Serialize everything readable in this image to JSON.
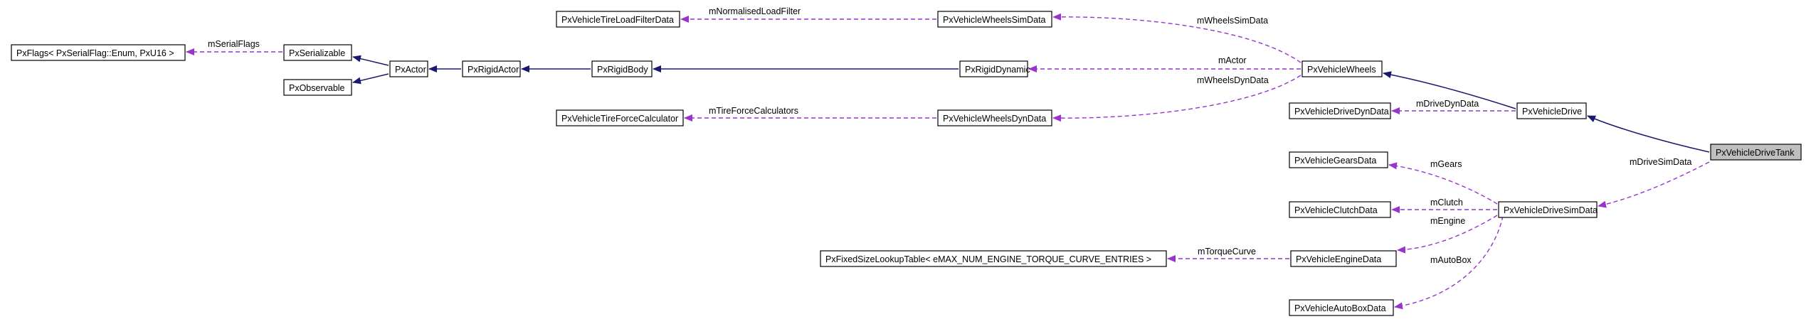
{
  "nodes": {
    "pxflags": "PxFlags< PxSerialFlag::Enum, PxU16 >",
    "pxserializable": "PxSerializable",
    "pxobservable": "PxObservable",
    "pxactor": "PxActor",
    "pxrigidactor": "PxRigidActor",
    "pxrigidbody": "PxRigidBody",
    "pxrigiddynamic": "PxRigidDynamic",
    "pxvehiclewheels": "PxVehicleWheels",
    "pxvehicledrive": "PxVehicleDrive",
    "pxvehicledrivetank": "PxVehicleDriveTank",
    "pxvehicletireloadfilterdata": "PxVehicleTireLoadFilterData",
    "pxvehiclewheelssimdata": "PxVehicleWheelsSimData",
    "pxvehicletireforcecalculator": "PxVehicleTireForceCalculator",
    "pxvehiclewheelsdyndata": "PxVehicleWheelsDynData",
    "pxvehicledrivedyndata": "PxVehicleDriveDynData",
    "pxvehiclegearsdata": "PxVehicleGearsData",
    "pxvehicleclutchdata": "PxVehicleClutchData",
    "pxvehicleenginedata": "PxVehicleEngineData",
    "pxvehicleautoboxdata": "PxVehicleAutoBoxData",
    "pxvehicledrivesimdata": "PxVehicleDriveSimData",
    "pxfixedsizelookuptable": "PxFixedSizeLookupTable< eMAX_NUM_ENGINE_TORQUE_CURVE_ENTRIES >"
  },
  "edge_labels": {
    "mserialflags": "mSerialFlags",
    "mnormalisedloadfilter": "mNormalisedLoadFilter",
    "mwheelssimdata": "mWheelsSimData",
    "mactor": "mActor",
    "mwheelsdyndata": "mWheelsDynData",
    "mtireforcecalculators": "mTireForceCalculators",
    "mdrivedyndata": "mDriveDynData",
    "mdrivesimdata": "mDriveSimData",
    "mgears": "mGears",
    "mclutch": "mClutch",
    "mengine": "mEngine",
    "mtorquecurve": "mTorqueCurve",
    "mautobox": "mAutoBox"
  },
  "colors": {
    "inheritance_edge": "#191970",
    "usage_edge": "#9a32cd",
    "focus_node_fill": "#bfbfbf"
  }
}
